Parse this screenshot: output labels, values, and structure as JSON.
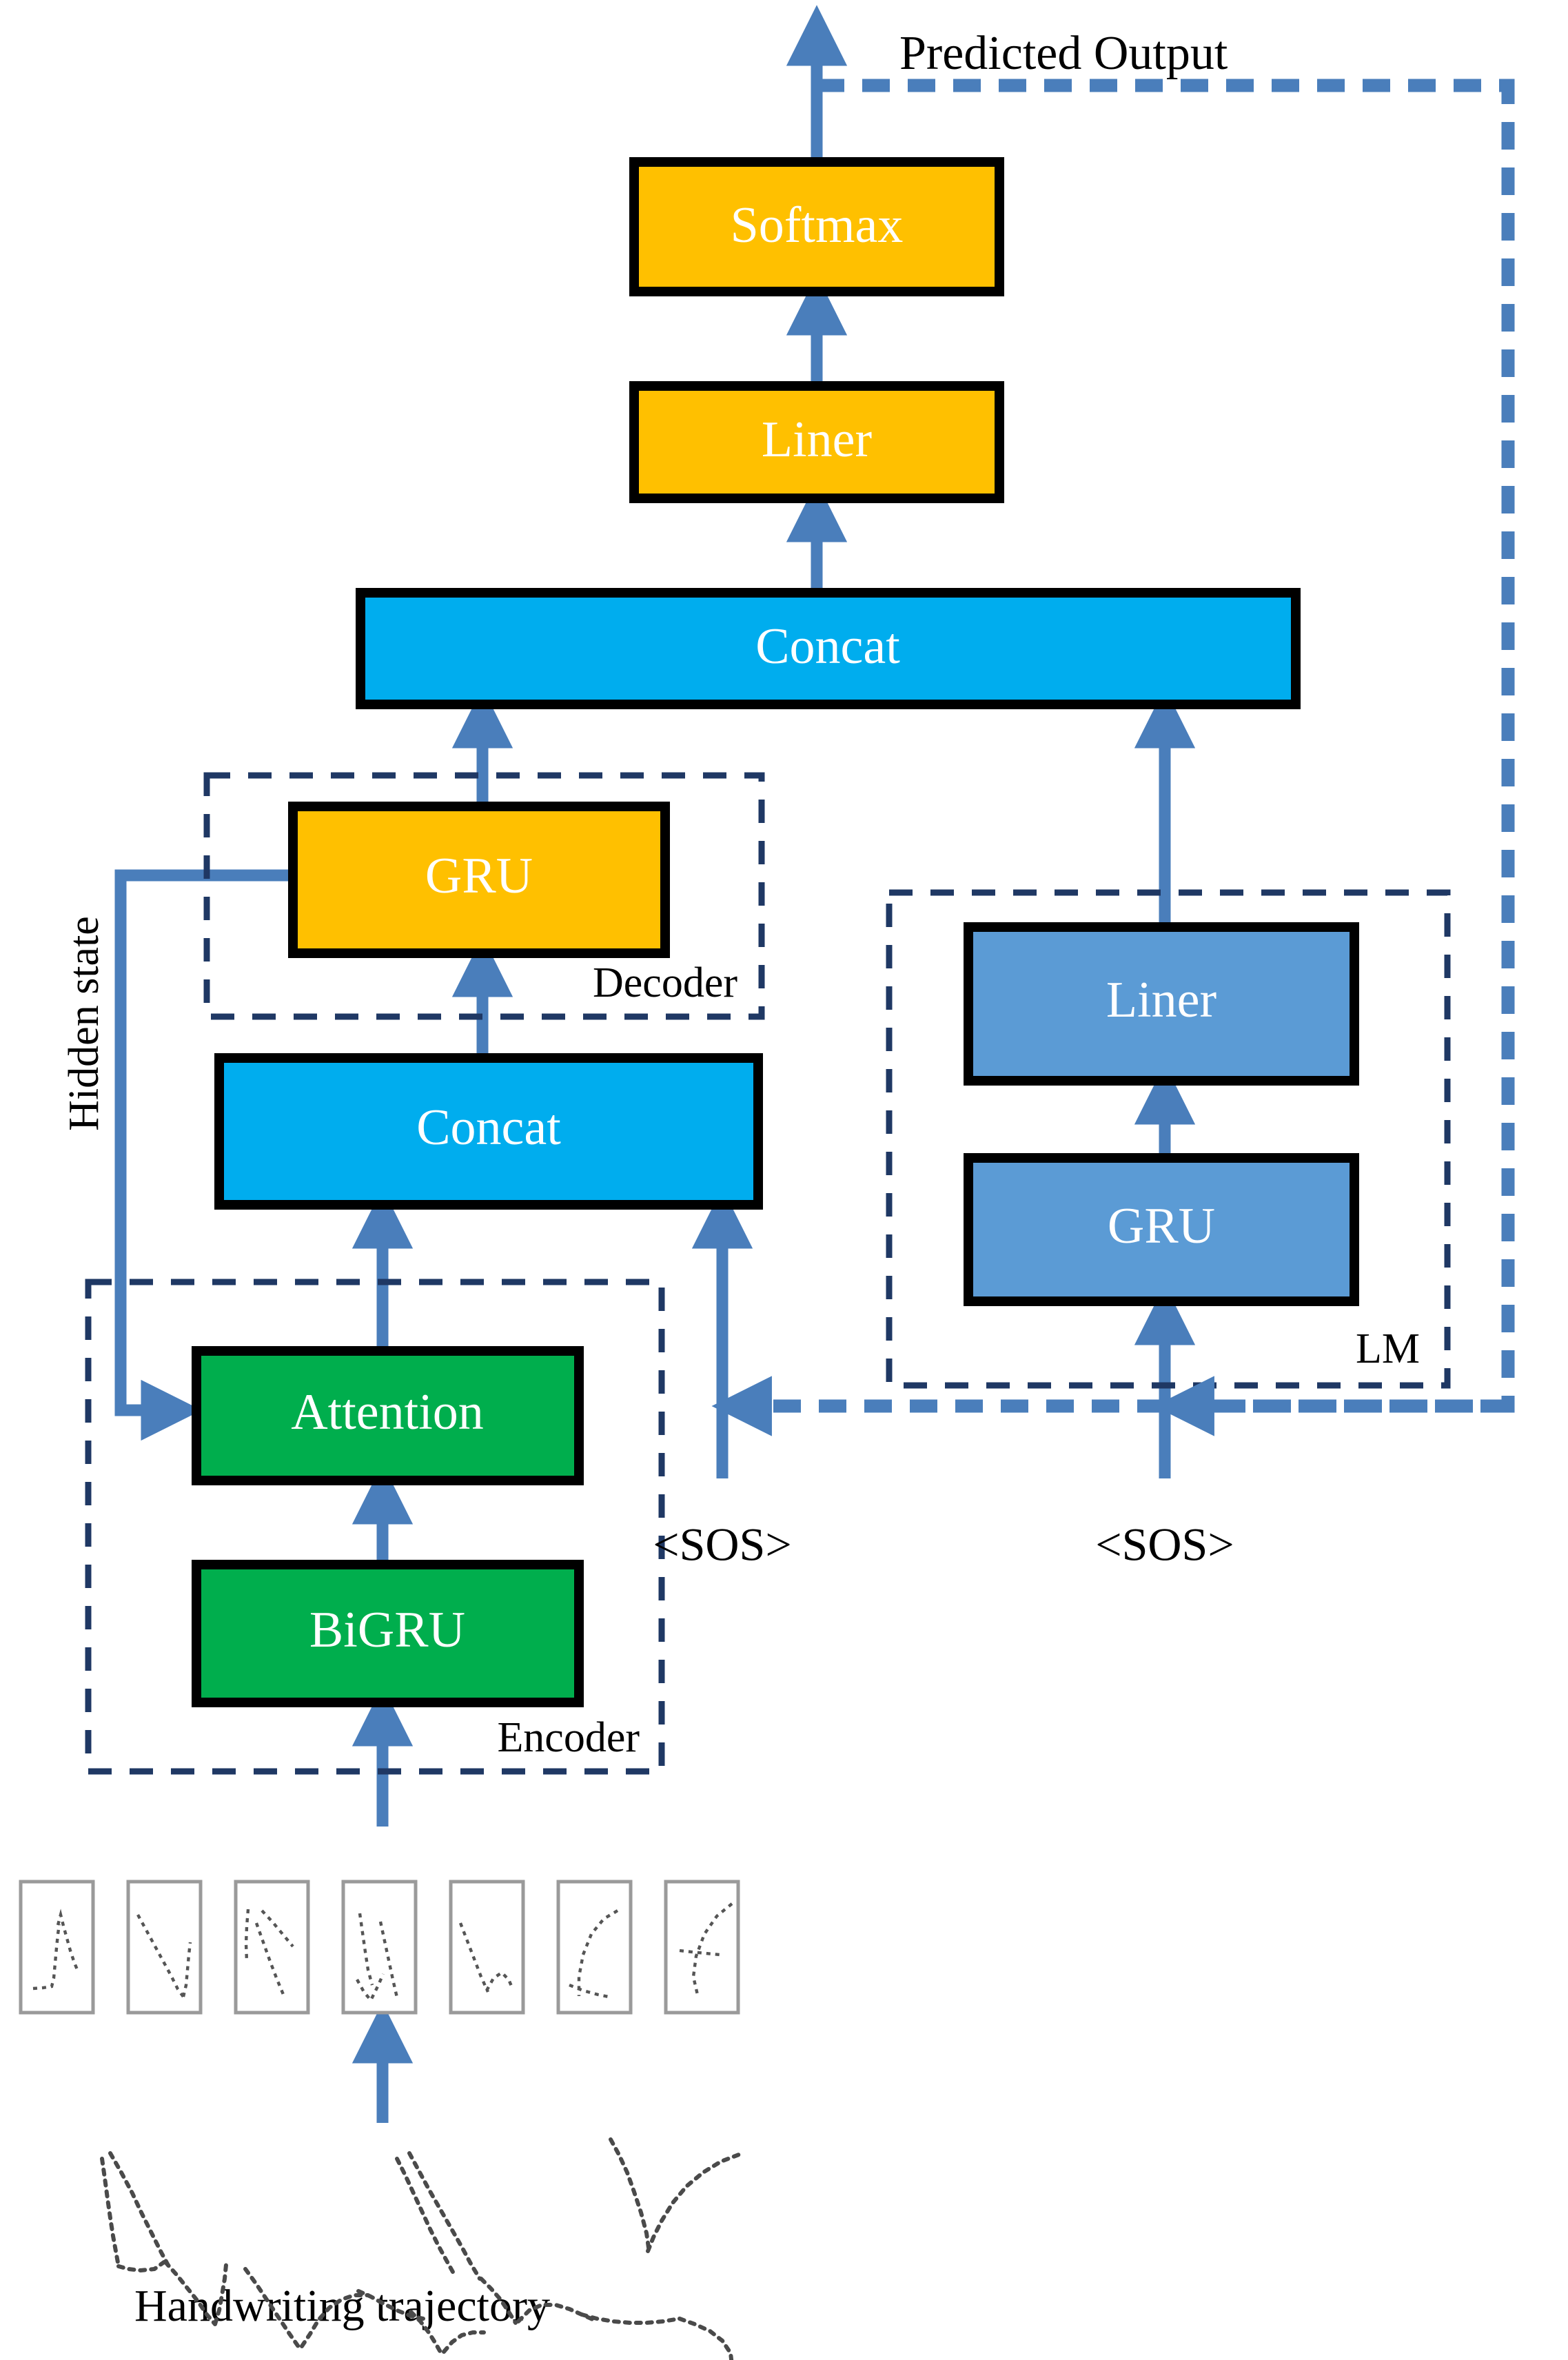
{
  "diagram": {
    "title": "Seq2Seq handwriting recognition architecture with language model",
    "colors": {
      "amber": "#FFC000",
      "cyan": "#00ADEE",
      "green": "#00AE4D",
      "steel_blue": "#5B9BD5",
      "arrow_blue": "#4A7EBB",
      "dash_navy": "#1F3864",
      "box_border": "#000000",
      "text_on_block": "#FFFFFF",
      "text_plain": "#000000"
    },
    "blocks": {
      "softmax": "Softmax",
      "liner_top": "Liner",
      "concat_top": "Concat",
      "gru_decoder": "GRU",
      "concat_mid": "Concat",
      "attention": "Attention",
      "bigru": "BiGRU",
      "liner_lm": "Liner",
      "gru_lm": "GRU"
    },
    "group_labels": {
      "decoder": "Decoder",
      "encoder": "Encoder",
      "lm": "LM"
    },
    "annotations": {
      "predicted_output": "Predicted Output",
      "hidden_state": "Hidden state",
      "sos_decoder": "<SOS>",
      "sos_lm": "<SOS>",
      "handwriting_trajectory": "Handwriting trajectory"
    },
    "thumbnails": {
      "count": 7,
      "caption": "handwriting stroke segment thumbnails"
    }
  }
}
